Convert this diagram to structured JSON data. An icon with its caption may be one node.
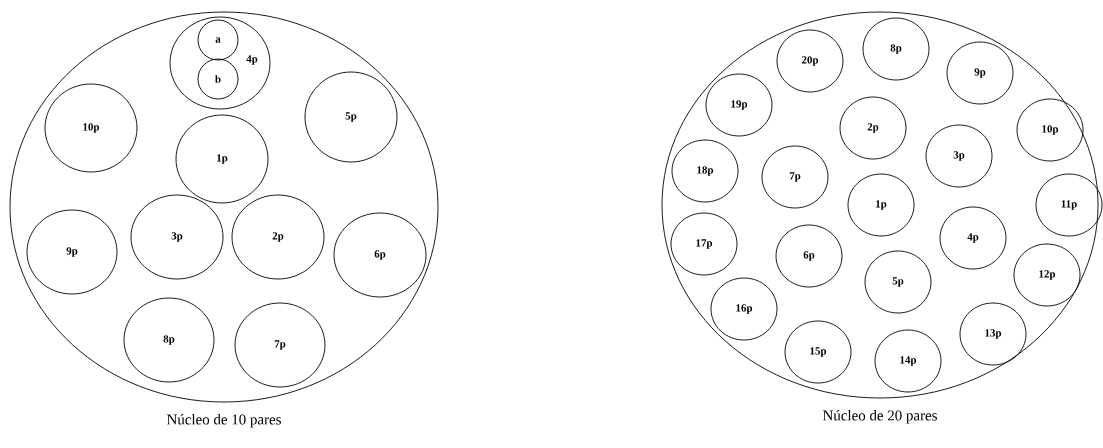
{
  "diagram": {
    "nodes": [
      {
        "text": [
          "Núcleo de 10 pares"
        ]
      },
      {
        "text": [
          "4p"
        ],
        "in": 0
      },
      {
        "text": [
          "a"
        ],
        "in": 1
      },
      {
        "text": [
          "b"
        ],
        "in": 1
      },
      {
        "text": [
          "10p"
        ],
        "in": 0
      },
      {
        "text": [
          "5p"
        ],
        "in": 0
      },
      {
        "text": [
          "1p"
        ],
        "in": 0
      },
      {
        "text": [
          "9p"
        ],
        "in": 0
      },
      {
        "text": [
          "3p"
        ],
        "in": 0
      },
      {
        "text": [
          "2p"
        ],
        "in": 0
      },
      {
        "text": [
          "6p"
        ],
        "in": 0
      },
      {
        "text": [
          "8p"
        ],
        "in": 0
      },
      {
        "text": [
          "7p"
        ],
        "in": 0
      },
      {
        "text": [
          "Núcleo de 20 pares"
        ]
      },
      {
        "text": [
          "8p"
        ],
        "in": 13
      },
      {
        "text": [
          "20p"
        ],
        "in": 13
      },
      {
        "text": [
          "9p"
        ],
        "in": 13
      },
      {
        "text": [
          "19p"
        ],
        "in": 13
      },
      {
        "text": [
          "2p"
        ],
        "in": 13
      },
      {
        "text": [
          "10p"
        ],
        "in": 13
      },
      {
        "text": [
          "3p"
        ],
        "in": 13
      },
      {
        "text": [
          "18p"
        ],
        "in": 13
      },
      {
        "text": [
          "7p"
        ],
        "in": 13
      },
      {
        "text": [
          "1p"
        ],
        "in": 13
      },
      {
        "text": [
          "11p"
        ],
        "in": 13
      },
      {
        "text": [
          "4p"
        ],
        "in": 13
      },
      {
        "text": [
          "17p"
        ],
        "in": 13
      },
      {
        "text": [
          "6p"
        ],
        "in": 13
      },
      {
        "text": [
          "12p"
        ],
        "in": 13
      },
      {
        "text": [
          "5p"
        ],
        "in": 13
      },
      {
        "text": [
          "16p"
        ],
        "in": 13
      },
      {
        "text": [
          "13p"
        ],
        "in": 13
      },
      {
        "text": [
          "15p"
        ],
        "in": 13
      },
      {
        "text": [
          "14p"
        ],
        "in": 13
      }
    ]
  }
}
